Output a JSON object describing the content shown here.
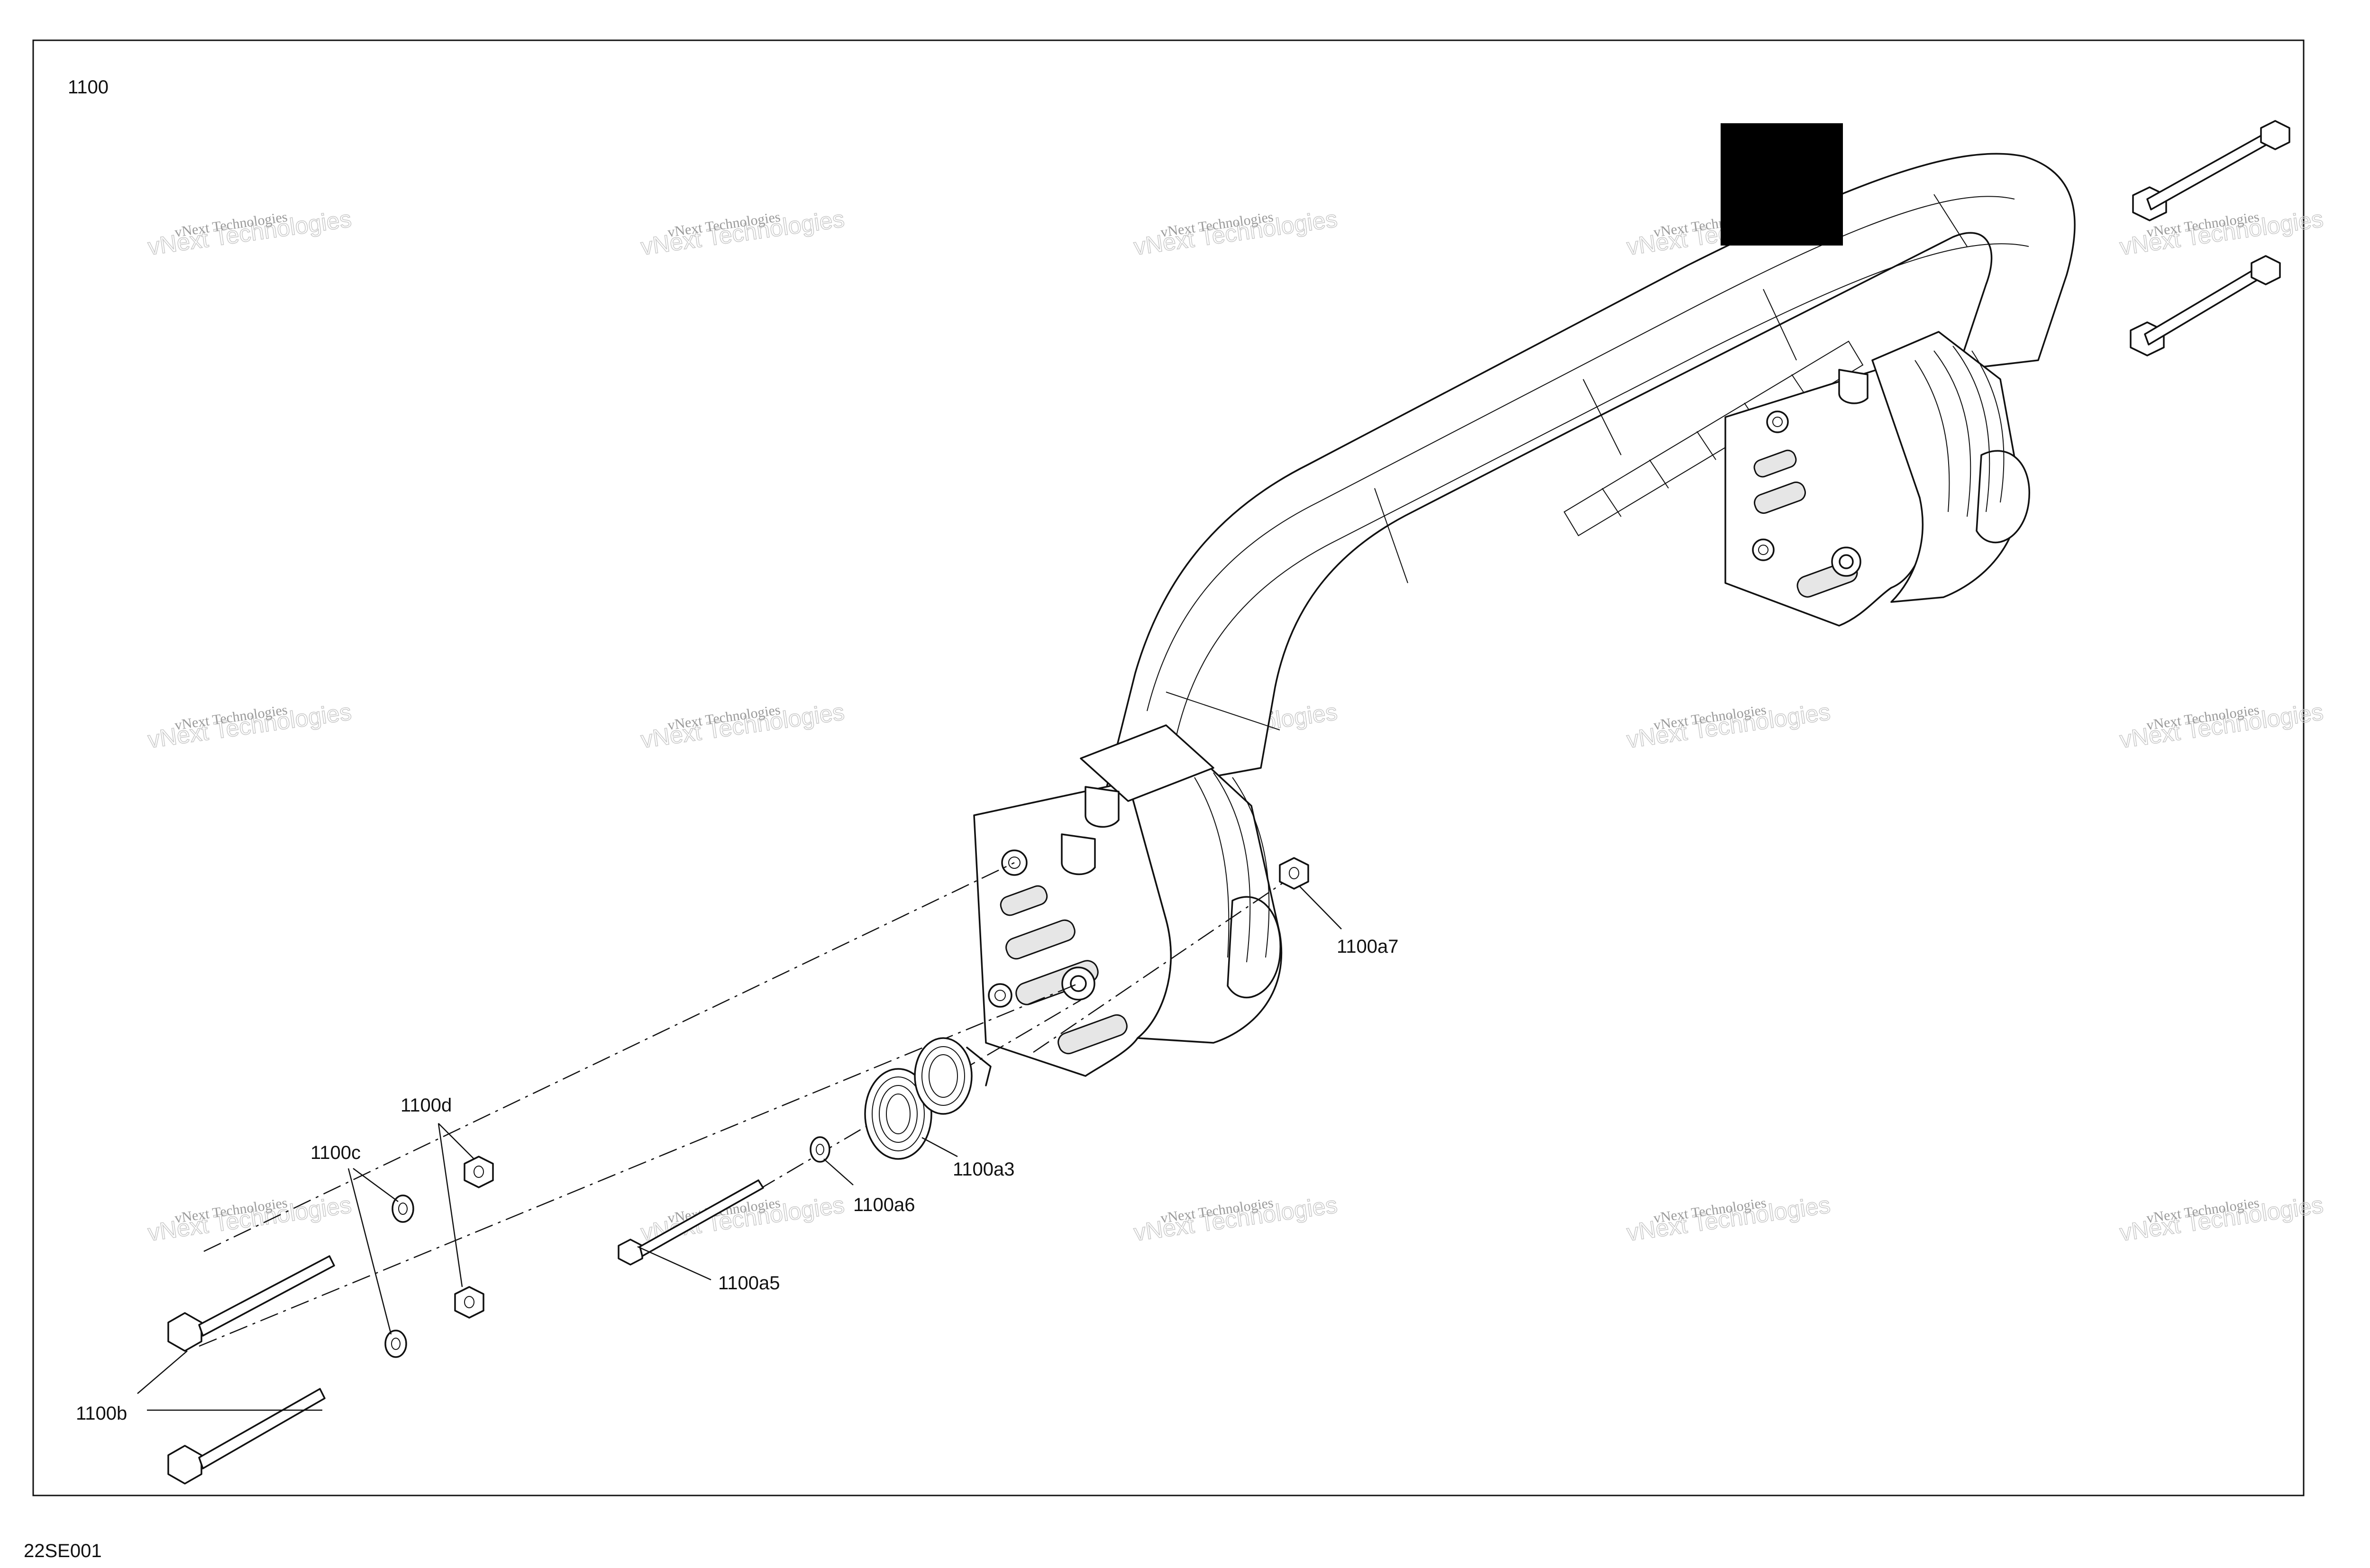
{
  "drawing": {
    "section_number": "1100",
    "drawing_code": "22SE001",
    "watermark": {
      "line1": "vNext Technologies",
      "line2": "vNext Technologies"
    }
  },
  "callouts": {
    "a3": "1100a3",
    "a5": "1100a5",
    "a6": "1100a6",
    "a7": "1100a7",
    "b": "1100b",
    "c": "1100c",
    "d": "1100d"
  }
}
